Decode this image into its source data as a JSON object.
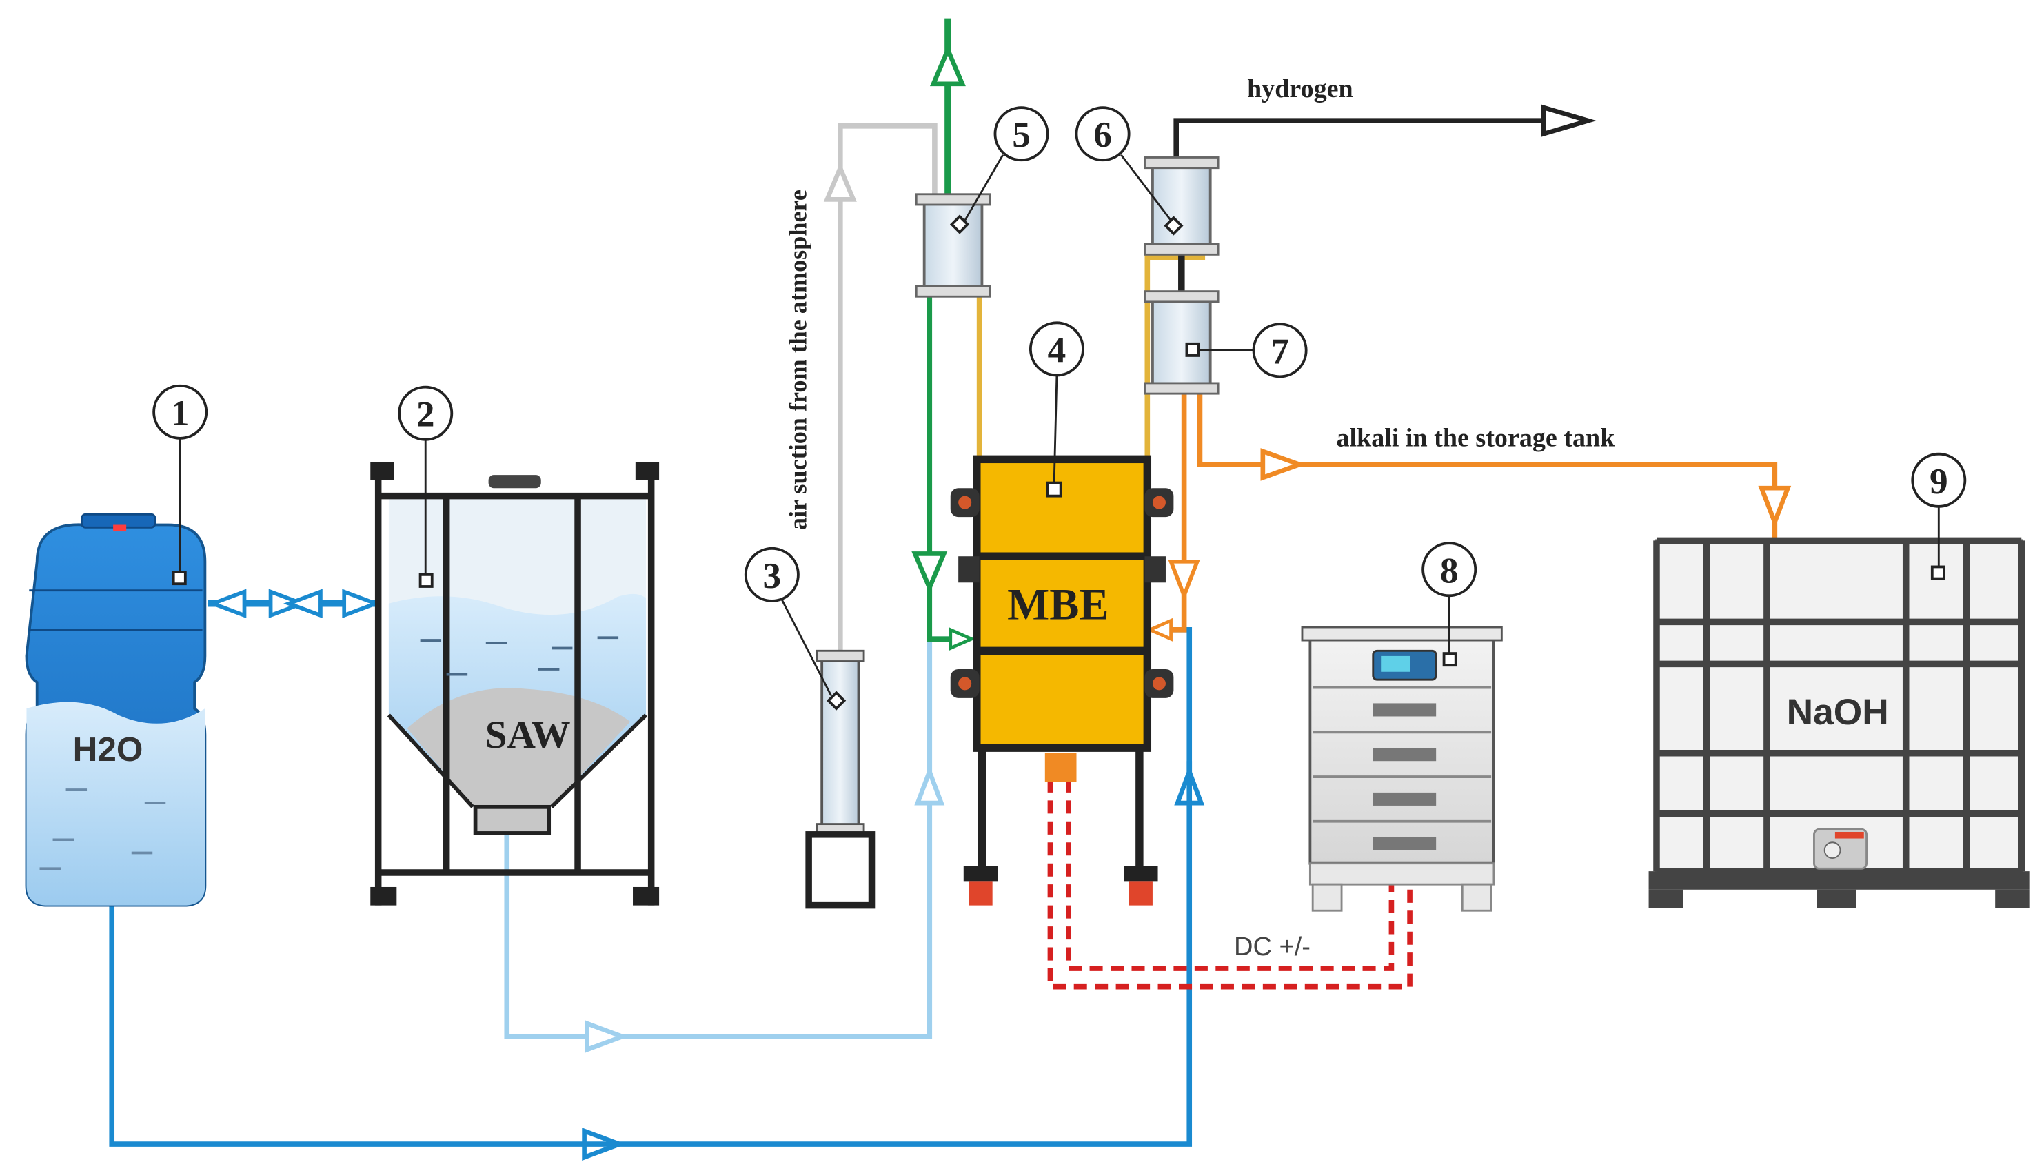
{
  "labels": {
    "h2o": "H2O",
    "saw": "SAW",
    "mbe": "MBE",
    "naoh": "NaOH",
    "hydrogen": "hydrogen",
    "air_suction": "air suction from the atmosphere",
    "alkali": "alkali in the storage tank",
    "dc": "DC +/-"
  },
  "markers": [
    "1",
    "2",
    "3",
    "4",
    "5",
    "6",
    "7",
    "8",
    "9"
  ],
  "colors": {
    "water_line": "#1a8ad0",
    "saw_line": "#9fd0ee",
    "air_line": "#c8c8c8",
    "oxygen_line": "#1a9a4a",
    "hydrogen_line": "#222222",
    "alkali_line": "#f08a24",
    "electrolyte_line": "#e3b43a",
    "dc_line": "#d62020",
    "mbe_body": "#f5b800",
    "h2o_tank": "#1f7fd0"
  }
}
